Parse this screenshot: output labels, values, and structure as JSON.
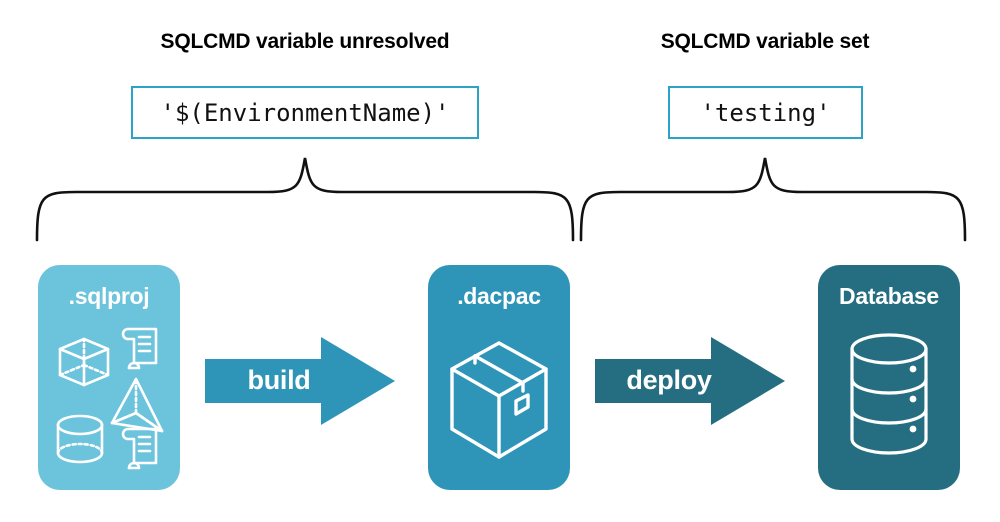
{
  "sections": [
    {
      "caption": "SQLCMD variable unresolved",
      "value": "'$(EnvironmentName)'"
    },
    {
      "caption": "SQLCMD variable set",
      "value": "'testing'"
    }
  ],
  "artifacts": [
    {
      "label": ".sqlproj",
      "color": "#6CC3DC",
      "icons": [
        "cube-icon",
        "pyramid-icon",
        "cylinder-icon",
        "script-scroll-icon",
        "script-scroll-icon"
      ]
    },
    {
      "label": ".dacpac",
      "color": "#2E95B8",
      "icons": [
        "package-box-icon"
      ]
    },
    {
      "label": "Database",
      "color": "#256E82",
      "icons": [
        "database-cylinder-icon"
      ]
    }
  ],
  "arrows": [
    {
      "label": "build",
      "color": "#2E95B8"
    },
    {
      "label": "deploy",
      "color": "#256E82"
    }
  ],
  "colors": {
    "light_blue": "#6CC3DC",
    "medium_blue": "#2E95B8",
    "dark_teal": "#256E82",
    "code_border": "#2BA3C7",
    "brace_stroke": "#111111",
    "text_dark": "#000000",
    "text_light": "#ffffff",
    "background": "#ffffff"
  }
}
